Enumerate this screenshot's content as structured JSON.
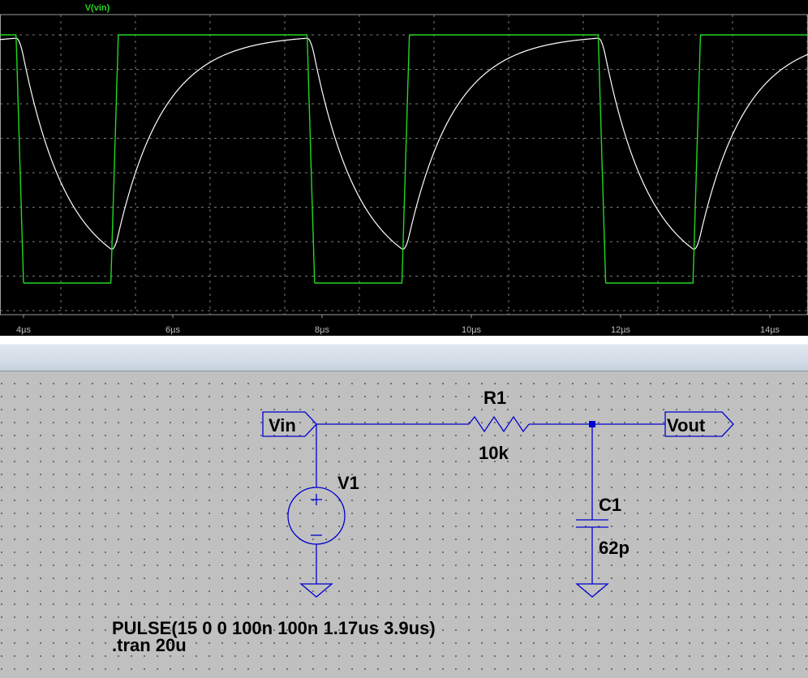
{
  "waveform": {
    "trace_label": "V(vin)",
    "x_ticks": [
      {
        "t": 4,
        "label": "4µs"
      },
      {
        "t": 6,
        "label": "6µs"
      },
      {
        "t": 8,
        "label": "8µs"
      },
      {
        "t": 10,
        "label": "10µs"
      },
      {
        "t": 12,
        "label": "12µs"
      },
      {
        "t": 14,
        "label": "14µs"
      }
    ],
    "colors": {
      "background": "#000000",
      "grid": "#7a7a7a",
      "vin_trace": "#22d822",
      "vout_trace": "#ffffff",
      "trace_label": "#22d822",
      "tick_label": "#bfbfbf"
    }
  },
  "schematic": {
    "net_labels": {
      "vin": "Vin",
      "vout": "Vout"
    },
    "components": {
      "r1": {
        "name": "R1",
        "value": "10k"
      },
      "c1": {
        "name": "C1",
        "value": "62p"
      },
      "v1": {
        "name": "V1",
        "plus": "+",
        "minus": "−"
      }
    },
    "directives": {
      "pulse": "PULSE(15 0 0 100n 100n 1.17us 3.9us)",
      "tran": ".tran 20u"
    },
    "colors": {
      "wire": "#0000d0",
      "text": "#000000",
      "background": "#c0c0c0"
    }
  }
}
